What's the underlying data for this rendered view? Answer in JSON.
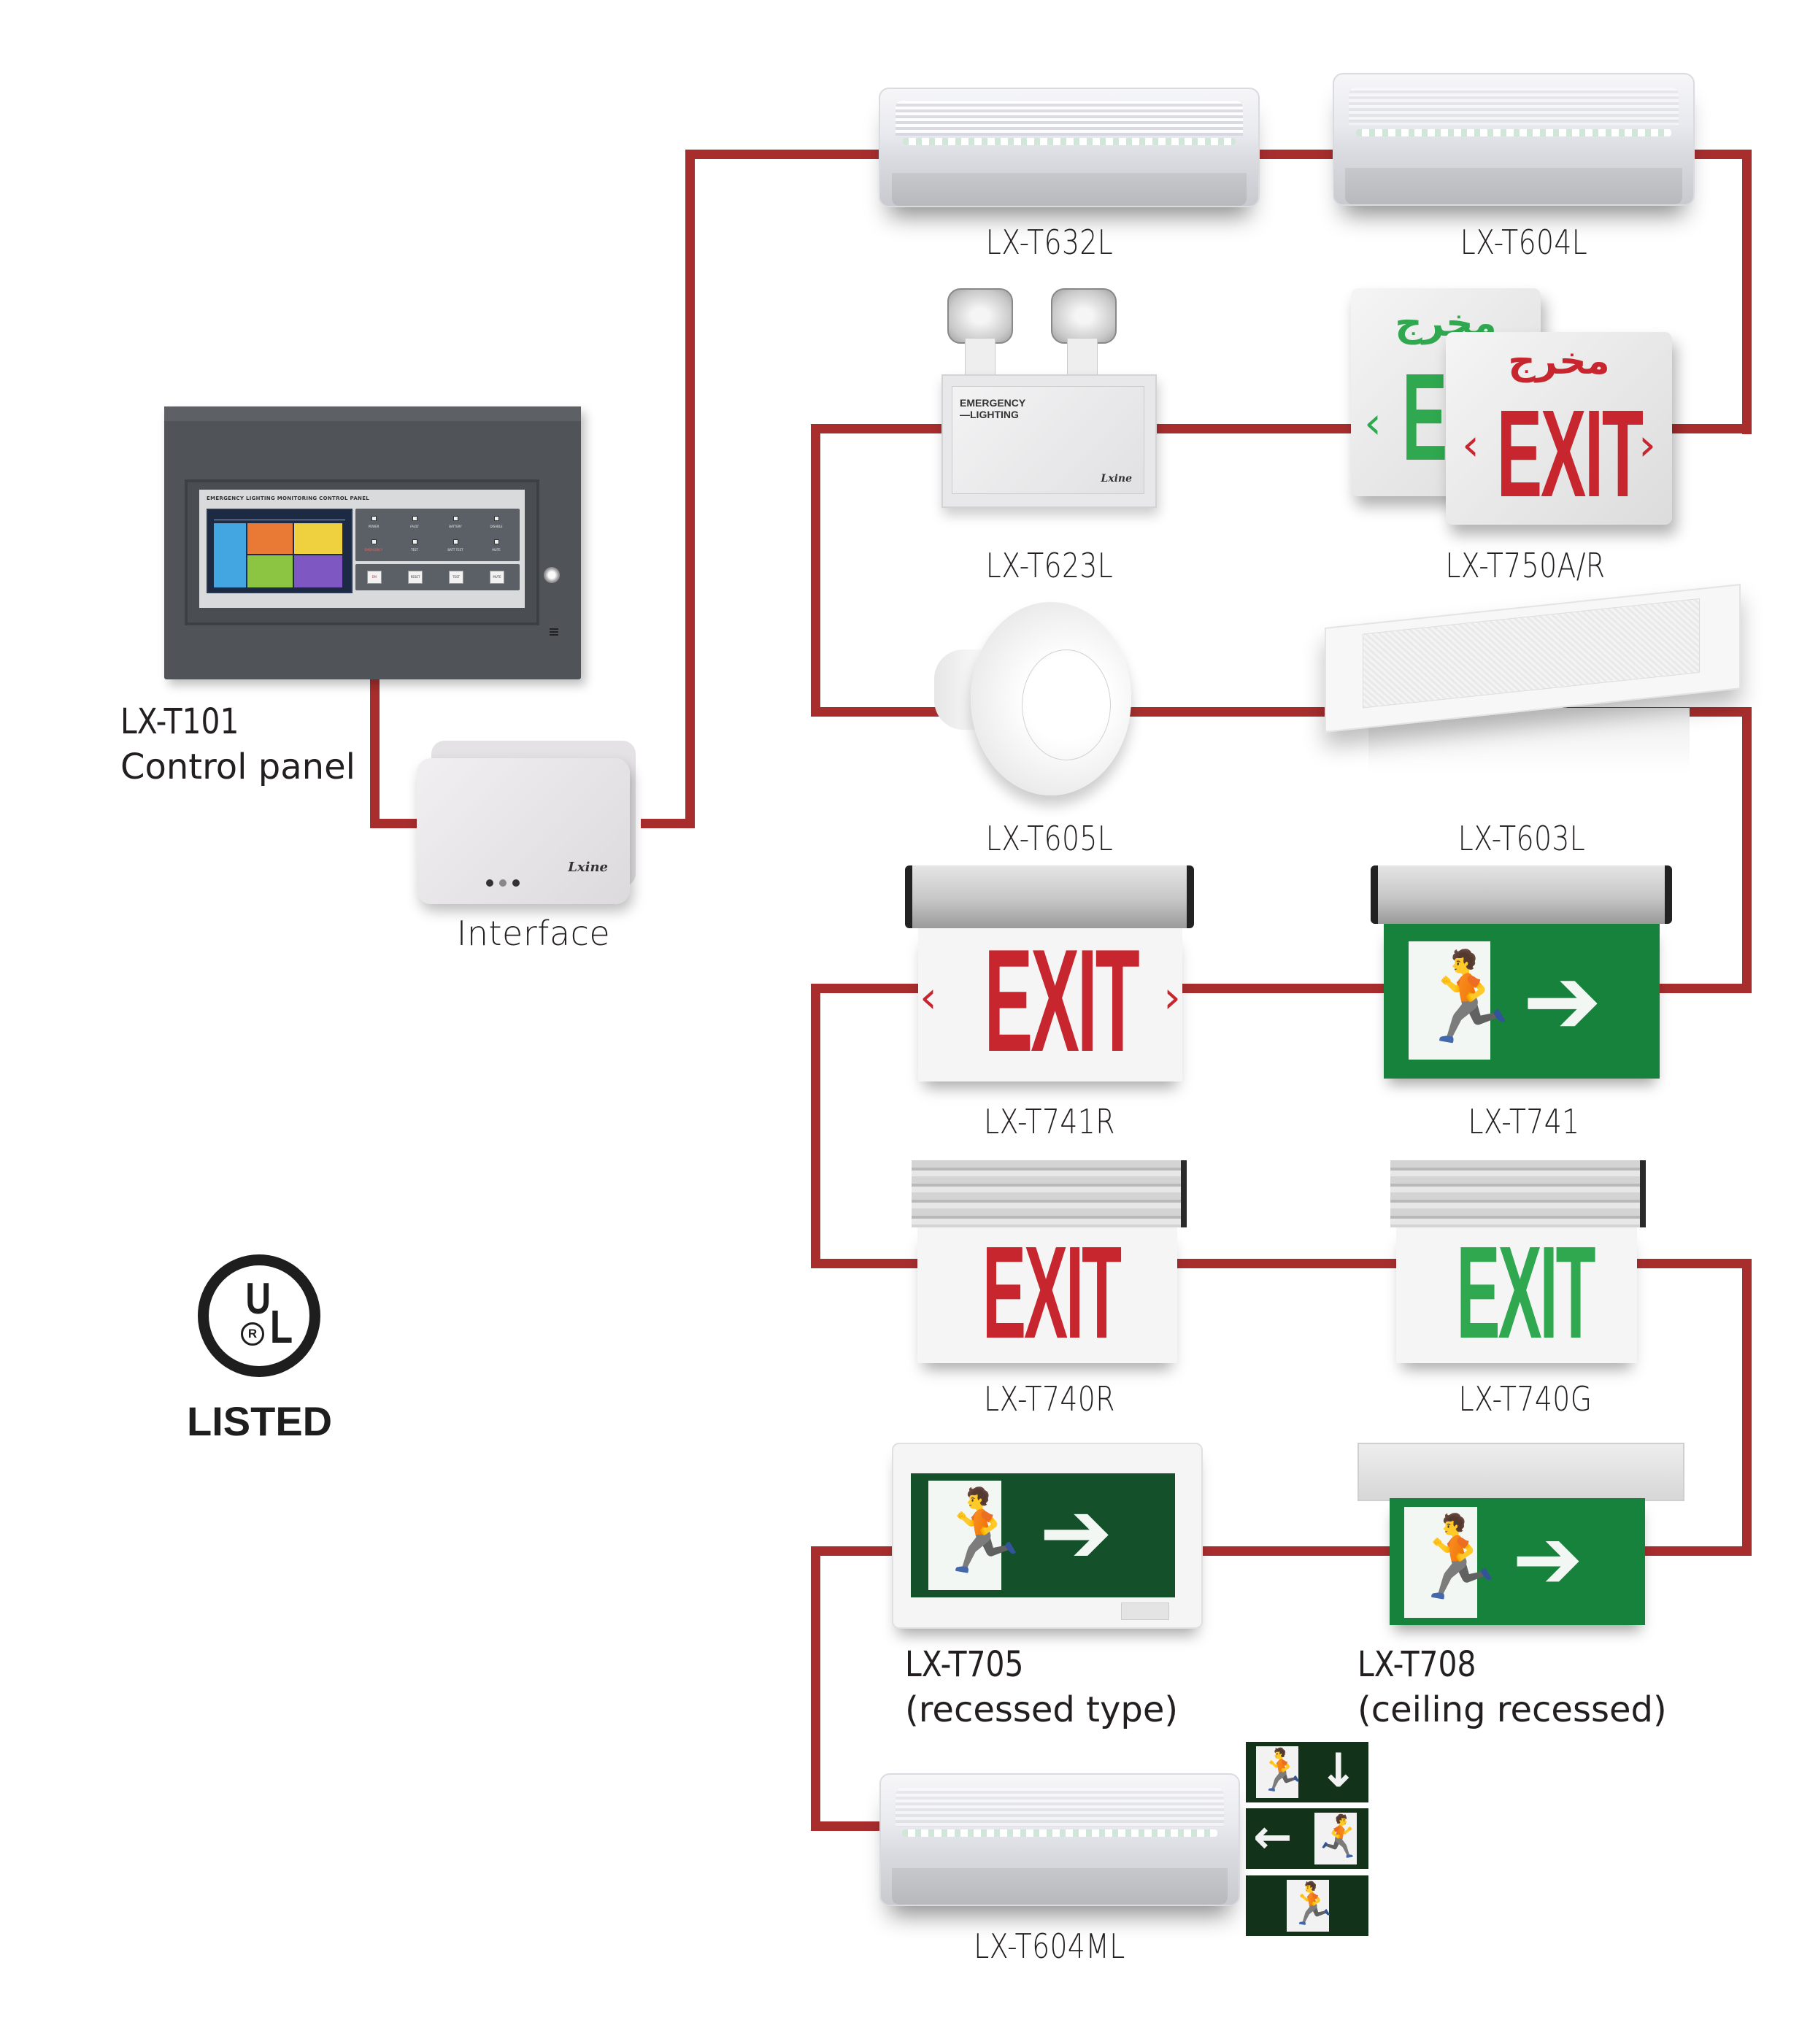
{
  "diagram": {
    "type": "emergency-lighting-wiring-diagram",
    "wire_color": "#A82E2E",
    "controller": {
      "model": "LX-T101",
      "description": "Control panel",
      "panel_face_title": "EMERGENCY LIGHTING MONITORING CONTROL PANEL",
      "screen_tiles": [
        {
          "color": "#43A6E0"
        },
        {
          "color": "#E97A35"
        },
        {
          "color": "#EFD13F"
        },
        {
          "color": "#8BC541"
        },
        {
          "color": "#7E57C2"
        }
      ],
      "indicator_labels": [
        "POWER",
        "FAULT",
        "BATTERY",
        "DISABLE",
        "EMERGENCY",
        "TEST",
        "BATT TEST",
        "MUTE"
      ],
      "button_labels": [
        "EM",
        "RESET",
        "TEST",
        "MUTE"
      ]
    },
    "interface": {
      "label": "Interface",
      "logo": "Lxine"
    },
    "devices": [
      {
        "id": "t632l",
        "label": "LX-T632L"
      },
      {
        "id": "t604l",
        "label": "LX-T604L"
      },
      {
        "id": "t623l",
        "label": "LX-T623L",
        "face_text_line1": "EMERGENCY",
        "face_text_line2": "—LIGHTING",
        "logo": "Lxine"
      },
      {
        "id": "t750ar",
        "label": "LX-T750A/R",
        "arabic_text": "مخرج",
        "sign_text": "EXIT",
        "back_sign_letter": "E",
        "chevron_left": "‹",
        "chevron_right": "›"
      },
      {
        "id": "t605l",
        "label": "LX-T605L"
      },
      {
        "id": "t603l",
        "label": "LX-T603L"
      },
      {
        "id": "t741r",
        "label": "LX-T741R",
        "sign_text": "EXIT",
        "chevron_left": "‹",
        "chevron_right": "›"
      },
      {
        "id": "t741",
        "label": "LX-T741",
        "arrow": "➔"
      },
      {
        "id": "t740r",
        "label": "LX-T740R",
        "sign_text": "EXIT"
      },
      {
        "id": "t740g",
        "label": "LX-T740G",
        "sign_text": "EXIT"
      },
      {
        "id": "t705",
        "label": "LX-T705",
        "sublabel": "(recessed type)",
        "arrow": "➔"
      },
      {
        "id": "t708",
        "label": "LX-T708",
        "sublabel": "(ceiling recessed)",
        "arrow": "➔"
      },
      {
        "id": "t604ml",
        "label": "LX-T604ML"
      }
    ],
    "legend_signs": [
      {
        "name": "exit-down",
        "arrow": "↓"
      },
      {
        "name": "exit-left",
        "arrow": "←"
      },
      {
        "name": "exit-only",
        "arrow": ""
      }
    ],
    "certification": {
      "mark_letters": [
        "U",
        "L"
      ],
      "registered": "R",
      "text": "LISTED"
    },
    "colors": {
      "exit_red": "#C8262E",
      "exit_green": "#2FA84F",
      "sign_green": "#16823B",
      "legend_sign_green": "#13321A"
    }
  }
}
